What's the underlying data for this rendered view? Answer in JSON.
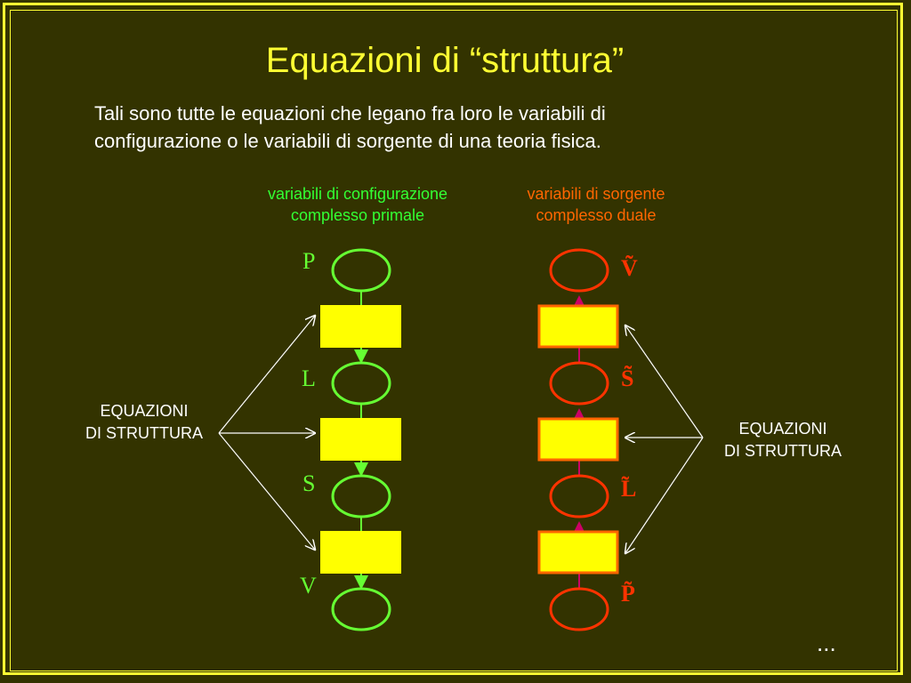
{
  "title": "Equazioni di “struttura”",
  "intro": {
    "line1": "Tali sono tutte le equazioni che legano fra loro le variabili di",
    "line2": "configurazione o le variabili di sorgente di una teoria fisica."
  },
  "left_column": {
    "heading_line1": "variabili di configurazione",
    "heading_line2": "complesso primale",
    "labels": [
      "P",
      "L",
      "S",
      "V"
    ],
    "color": "#33ff33"
  },
  "right_column": {
    "heading_line1": "variabili di sorgente",
    "heading_line2": "complesso duale",
    "labels": [
      "Ṽ",
      "S̃",
      "L̃",
      "P̃"
    ],
    "color": "#ff3300"
  },
  "left_side_label": {
    "line1": "EQUAZIONI",
    "line2": "DI STRUTTURA"
  },
  "right_side_label": {
    "line1": "EQUAZIONI",
    "line2": "DI STRUTTURA"
  },
  "colors": {
    "background": "#333300",
    "accent": "#ffff33",
    "box_fill": "#ffff00",
    "left_stroke": "#66ff33",
    "right_stroke": "#ff3300",
    "right_box_border": "#ff6600",
    "dual_connector": "#cc0066"
  },
  "footer": {
    "ellipsis": "..."
  }
}
